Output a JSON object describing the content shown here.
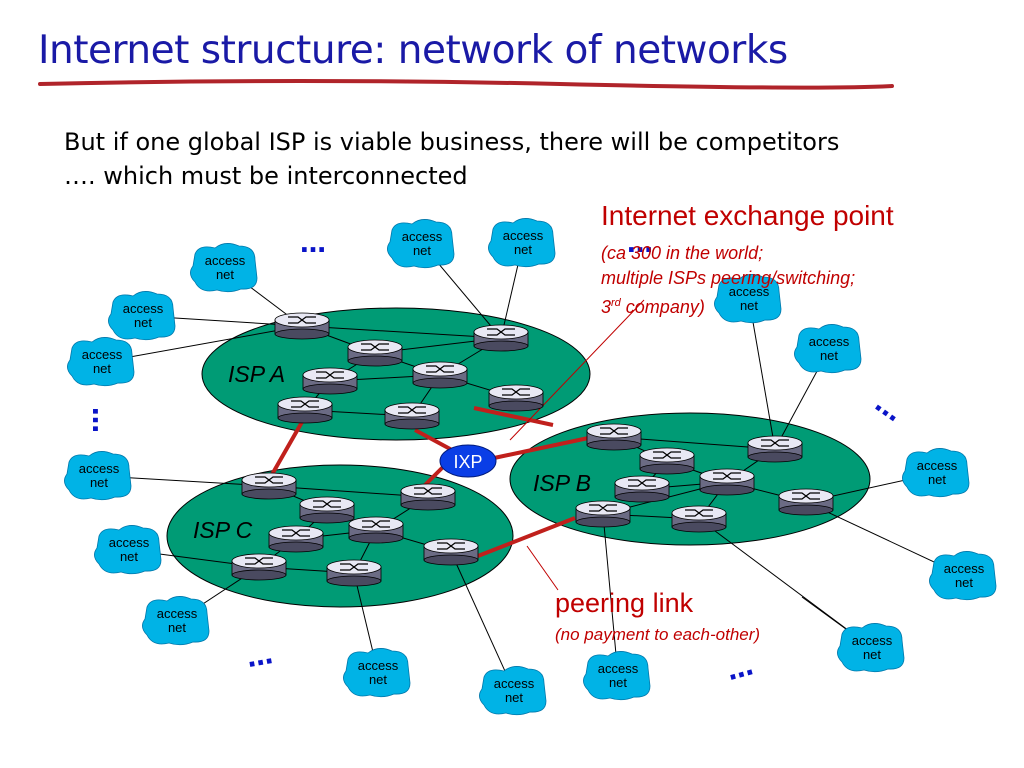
{
  "title": "Internet structure: network of networks",
  "subtitle": {
    "line1": "But if one global ISP is viable business, there will be competitors",
    "line2": "….  which must be interconnected"
  },
  "annotations": {
    "ixp_title": "Internet exchange point",
    "ixp_note": [
      "(ca 300 in the world;",
      "multiple ISPs peering/switching;",
      "3",
      "rd",
      " company)"
    ],
    "peering_title": "peering link",
    "peering_note": "(no payment to each-other)"
  },
  "isps": [
    "ISP A",
    "ISP B",
    "ISP C"
  ],
  "ixp_label": "IXP",
  "access_net_label": [
    "access",
    "net"
  ],
  "ellipsis": "…",
  "colors": {
    "title": "#1a1aa6",
    "underline": "#b0242a",
    "isp_fill": "#009b75",
    "access_net_fill": "#00b3e6",
    "ixp_fill": "#0a3ee6",
    "peering_link": "#c0201c",
    "annotation": "#c00000"
  }
}
